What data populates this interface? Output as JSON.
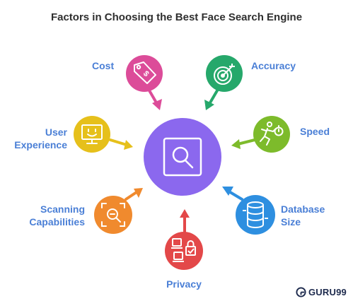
{
  "title": "Factors in Choosing the Best Face Search Engine",
  "center": {
    "icon": "magnifier-icon",
    "color": "#8b68ee"
  },
  "factors": [
    {
      "id": "cost",
      "lines": [
        "Cost"
      ],
      "icon": "price-tag-icon",
      "color": "#dc4c99"
    },
    {
      "id": "accuracy",
      "lines": [
        "Accuracy"
      ],
      "icon": "target-icon",
      "color": "#26a86b"
    },
    {
      "id": "speed",
      "lines": [
        "Speed"
      ],
      "icon": "running-stopwatch-icon",
      "color": "#7dbb2b"
    },
    {
      "id": "database-size",
      "lines": [
        "Database",
        "Size"
      ],
      "icon": "database-icon",
      "color": "#2e8fe0"
    },
    {
      "id": "privacy",
      "lines": [
        "Privacy"
      ],
      "icon": "privacy-lock-icon",
      "color": "#e34849"
    },
    {
      "id": "scanning-capabilities",
      "lines": [
        "Scanning",
        "Capabilities"
      ],
      "icon": "scan-search-icon",
      "color": "#f08a2e"
    },
    {
      "id": "user-experience",
      "lines": [
        "User",
        "Experience"
      ],
      "icon": "monitor-smile-icon",
      "color": "#e6c01b"
    }
  ],
  "brand": {
    "name": "GURU99",
    "icon": "brand-logo-icon"
  }
}
